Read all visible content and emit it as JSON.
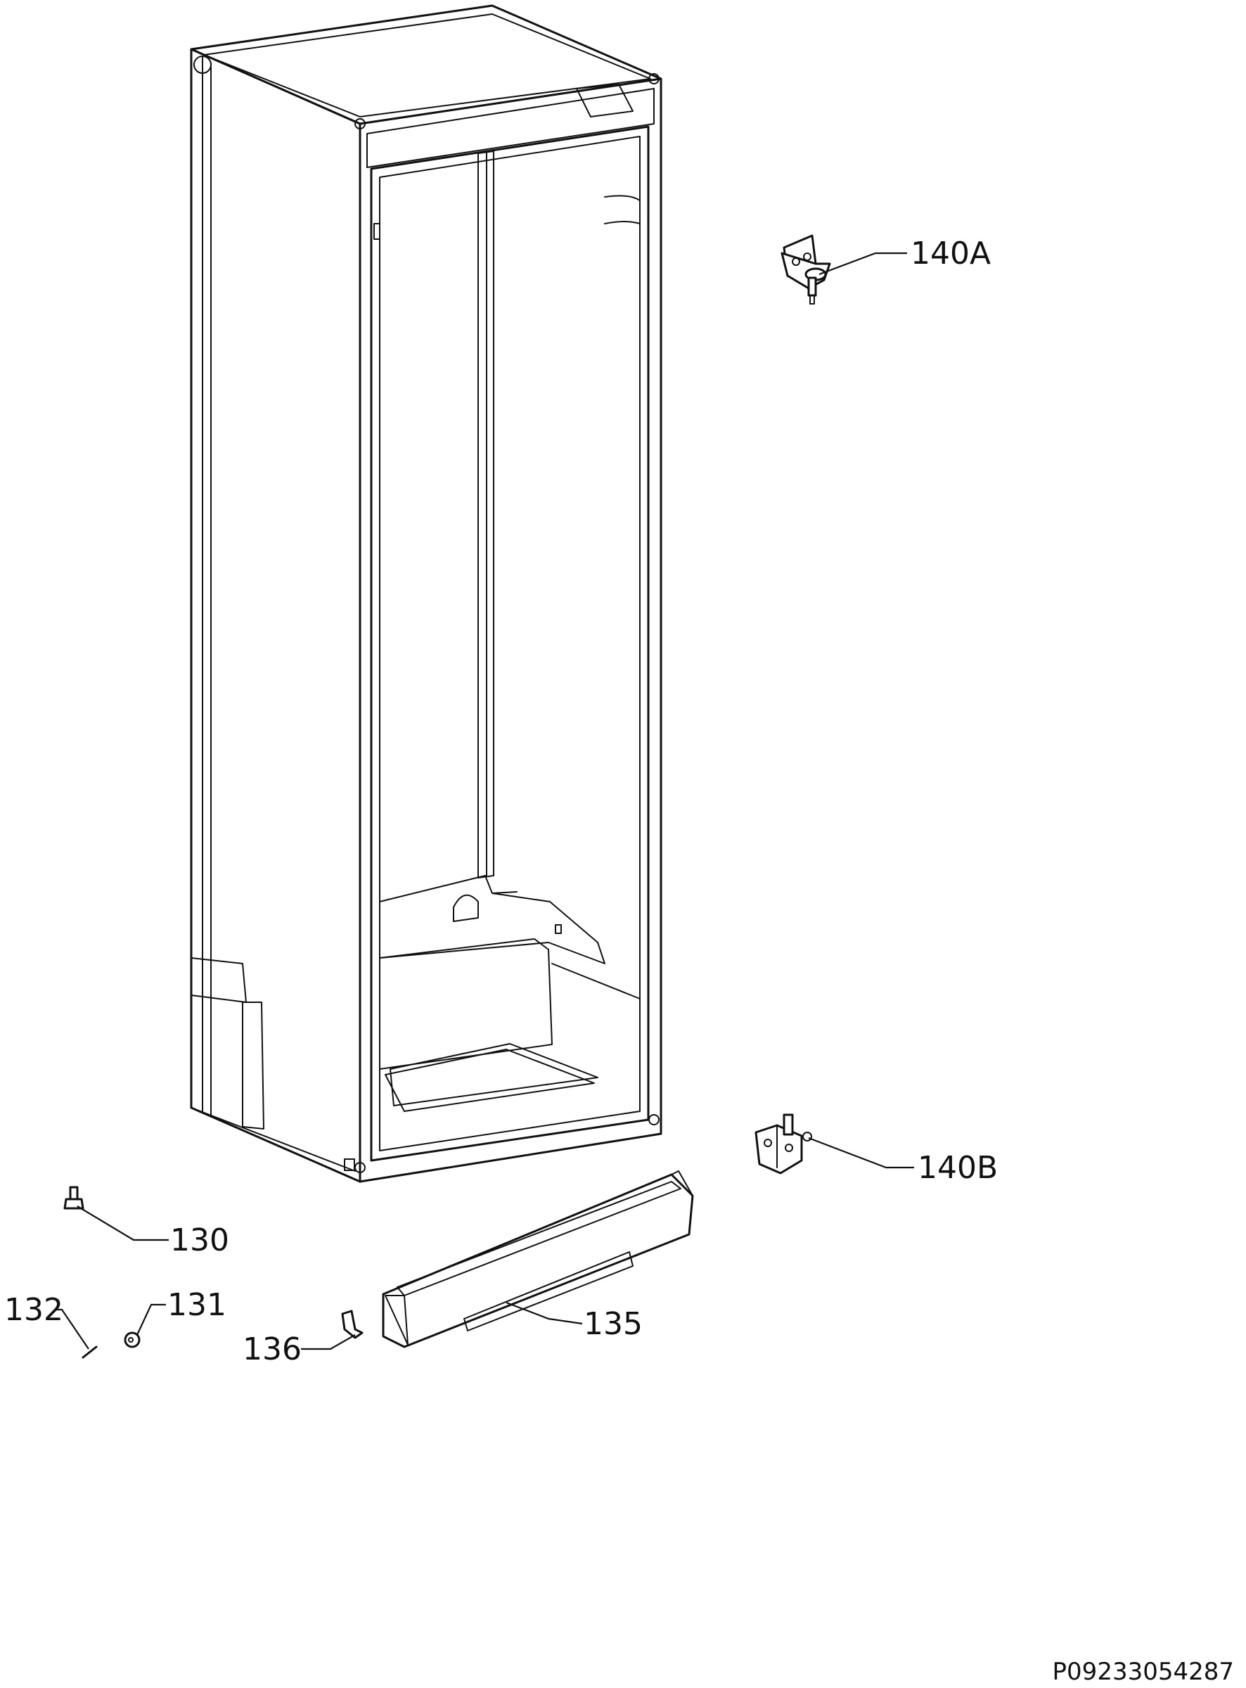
{
  "callouts": {
    "c140a": "140A",
    "c140b": "140B",
    "c130": "130",
    "c131": "131",
    "c132": "132",
    "c135": "135",
    "c136": "136"
  },
  "document_number": "P09233054287",
  "colors": {
    "line": "#111111",
    "background": "#ffffff"
  }
}
